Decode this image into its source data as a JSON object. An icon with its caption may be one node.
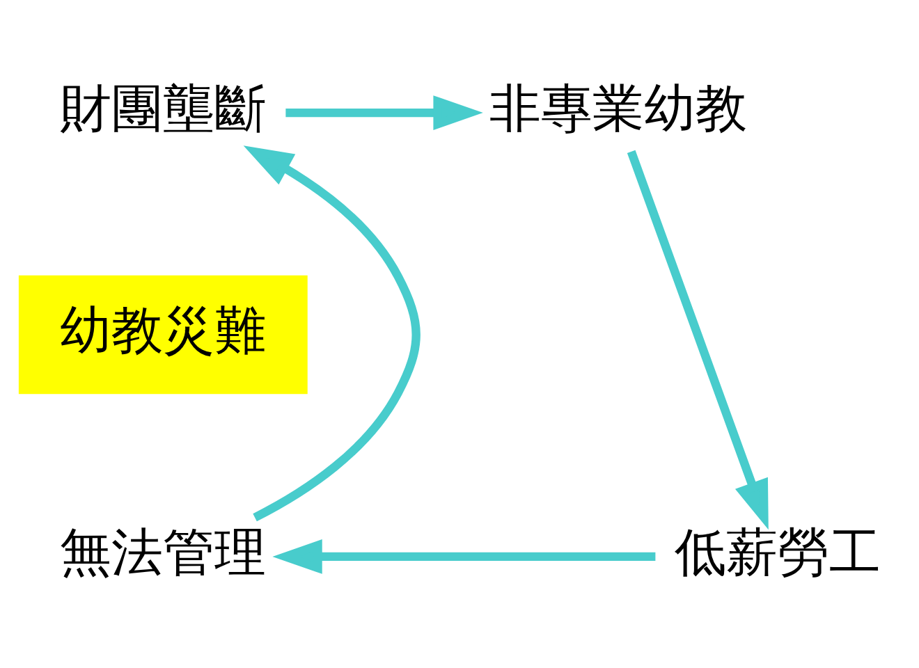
{
  "diagram": {
    "nodes": [
      {
        "text": [
          "財團壟斷"
        ]
      },
      {
        "text": [
          "非專業幼教"
        ]
      },
      {
        "text": [
          "低薪勞工"
        ]
      },
      {
        "text": [
          "無法管理"
        ]
      },
      {
        "text": [
          "幼教災難"
        ]
      }
    ],
    "edges": [
      {
        "from": 0,
        "to": 1,
        "arrow": "to"
      },
      {
        "from": 1,
        "to": 2,
        "arrow": "to"
      },
      {
        "from": 2,
        "to": 3,
        "arrow": "to"
      },
      {
        "from": 3,
        "to": 0,
        "arrow": "to"
      }
    ]
  }
}
